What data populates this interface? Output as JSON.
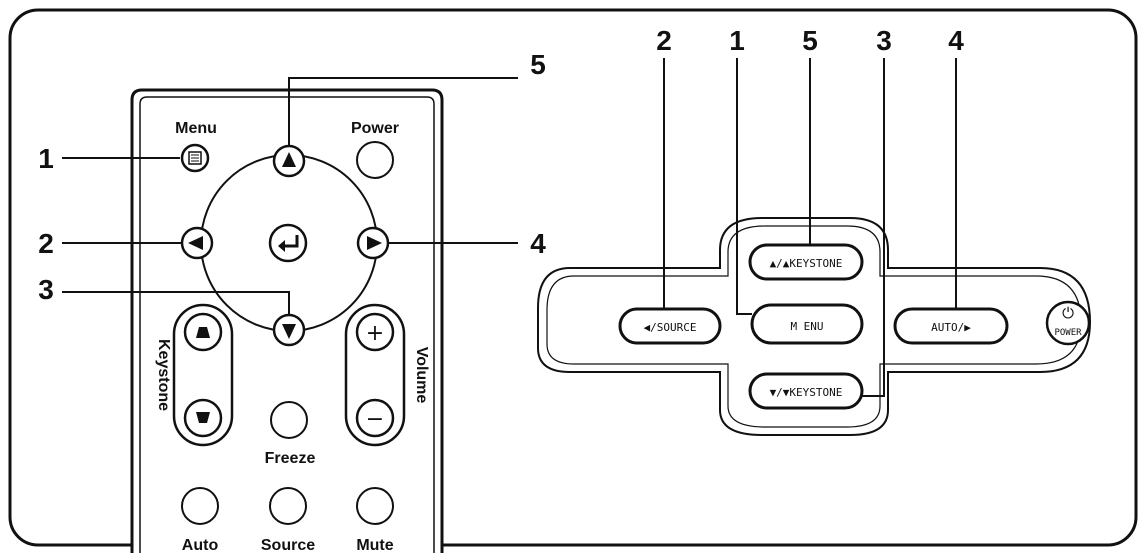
{
  "callouts": {
    "remote": {
      "menu": "1",
      "left": "2",
      "down": "3",
      "right": "4",
      "up": "5"
    },
    "panel": {
      "source": "2",
      "menu": "1",
      "keystone_up": "5",
      "keystone_down": "3",
      "auto": "4"
    }
  },
  "remote": {
    "menu_label": "Menu",
    "power_label": "Power",
    "keystone_label": "Keystone",
    "volume_label": "Volume",
    "freeze_label": "Freeze",
    "auto_label": "Auto",
    "source_label": "Source",
    "mute_label": "Mute",
    "vol_plus": "+",
    "vol_minus": "−"
  },
  "panel": {
    "keystone_up_label": "▲/▲KEYSTONE",
    "source_label": "◀/SOURCE",
    "menu_label": "M ENU",
    "auto_label": "AUTO/▶",
    "keystone_down_label": "▼/▼KEYSTONE",
    "power_label": "POWER",
    "power_symbol": "⏻"
  }
}
